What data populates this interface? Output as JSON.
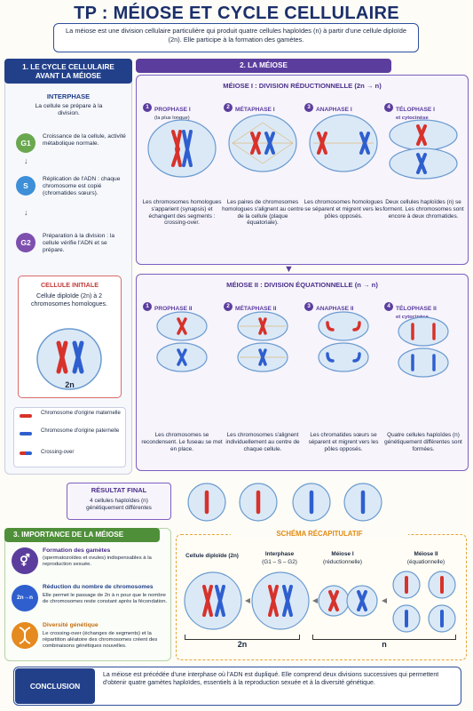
{
  "title": "TP : MÉIOSE ET CYCLE CELLULAIRE",
  "intro": "La méiose est une division cellulaire particulière qui produit quatre cellules haploïdes (n) à partir d'une cellule diploïde (2n). Elle participe à la formation des gamètes.",
  "s1": {
    "header": "1. LE CYCLE CELLULAIRE AVANT LA MÉIOSE",
    "interphase_title": "INTERPHASE",
    "interphase_desc": "La cellule se prépare à la division.",
    "steps": [
      {
        "badge": "G1",
        "text": "Croissance de la cellule, activité métabolique normale.",
        "color": "#6aa84f"
      },
      {
        "badge": "S",
        "text": "Réplication de l'ADN : chaque chromosome est copié (chromatides sœurs).",
        "color": "#3d8fd8"
      },
      {
        "badge": "G2",
        "text": "Préparation à la division : la cellule vérifie l'ADN et se prépare.",
        "color": "#7d4fae"
      }
    ],
    "initial_title": "CELLULE INITIALE",
    "initial_desc": "Cellule diploïde (2n) à 2 chromosomes homologues.",
    "initial_label": "2n",
    "legend": [
      {
        "label": "Chromosome d'origine maternelle",
        "color": "#d7322b"
      },
      {
        "label": "Chromosome d'origine paternelle",
        "color": "#2f5fcf"
      },
      {
        "label": "Crossing-over",
        "color": "#7a4fb0"
      }
    ]
  },
  "s2": {
    "header": "2. LA MÉIOSE",
    "m1_title": "MÉIOSE I : DIVISION RÉDUCTIONNELLE (2n → n)",
    "m1": [
      {
        "num": "1",
        "name": "PROPHASE I",
        "sub": "(la plus longue)",
        "text": "Les chromosomes homologues s'apparient (synapsis) et échangent des segments : crossing-over."
      },
      {
        "num": "2",
        "name": "MÉTAPHASE I",
        "sub": "",
        "text": "Les paires de chromosomes homologues s'alignent au centre de la cellule (plaque équatoriale)."
      },
      {
        "num": "3",
        "name": "ANAPHASE I",
        "sub": "",
        "text": "Les chromosomes homologues se séparent et migrent vers les pôles opposés."
      },
      {
        "num": "4",
        "name": "TÉLOPHASE I",
        "sub": "et cytocinèse",
        "text": "Deux cellules haploïdes (n) se forment. Les chromosomes sont encore à deux chromatides."
      }
    ],
    "m2_title": "MÉIOSE II : DIVISION ÉQUATIONNELLE (n → n)",
    "m2": [
      {
        "num": "1",
        "name": "PROPHASE II",
        "sub": "",
        "text": "Les chromosomes se recondensent. Le fuseau se met en place."
      },
      {
        "num": "2",
        "name": "MÉTAPHASE II",
        "sub": "",
        "text": "Les chromosomes s'alignent individuellement au centre de chaque cellule."
      },
      {
        "num": "3",
        "name": "ANAPHASE II",
        "sub": "",
        "text": "Les chromatides sœurs se séparent et migrent vers les pôles opposés."
      },
      {
        "num": "4",
        "name": "TÉLOPHASE II",
        "sub": "et cytocinèse",
        "text": "Quatre cellules haploïdes (n) génétiquement différentes sont formées."
      }
    ],
    "result_title": "RÉSULTAT FINAL",
    "result_text": "4 cellules haploïdes (n) génétiquement différentes"
  },
  "s3": {
    "header": "3. IMPORTANCE DE LA MÉIOSE",
    "items": [
      {
        "icon": "gender-symbols-icon",
        "badge": "⚥",
        "title": "Formation des gamètes",
        "text": "(spermatozoïdes et ovules) indispensables à la reproduction sexuée.",
        "color": "#5b3d9e"
      },
      {
        "icon": "ratio-icon",
        "badge": "2n→n",
        "title": "Réduction du nombre de chromosomes",
        "text": "Elle permet le passage de 2n à n pour que le nombre de chromosomes reste constant après la fécondation.",
        "color": "#2f5fcf"
      },
      {
        "icon": "dna-icon",
        "badge": "DNA",
        "title": "Diversité génétique",
        "text": "Le crossing-over (échanges de segments) et la répartition aléatoire des chromosomes créent des combinaisons génétiques nouvelles.",
        "color": "#e58a1f"
      }
    ]
  },
  "schema": {
    "title": "SCHÉMA RÉCAPITULATIF",
    "c1": "Cellule diploïde (2n)",
    "c2": "Interphase",
    "c2b": "(G1 – S – G2)",
    "c3": "Méiose I",
    "c3b": "(réductionnelle)",
    "c4": "Méiose II",
    "c4b": "(équationnelle)",
    "label_2n": "2n",
    "label_n": "n"
  },
  "conclusion": {
    "label": "CONCLUSION",
    "text": "La méiose est précédée d'une interphase où l'ADN est dupliqué. Elle comprend deux divisions successives qui permettent d'obtenir quatre gamètes haploïdes, essentiels à la reproduction sexuée et à la diversité génétique."
  }
}
